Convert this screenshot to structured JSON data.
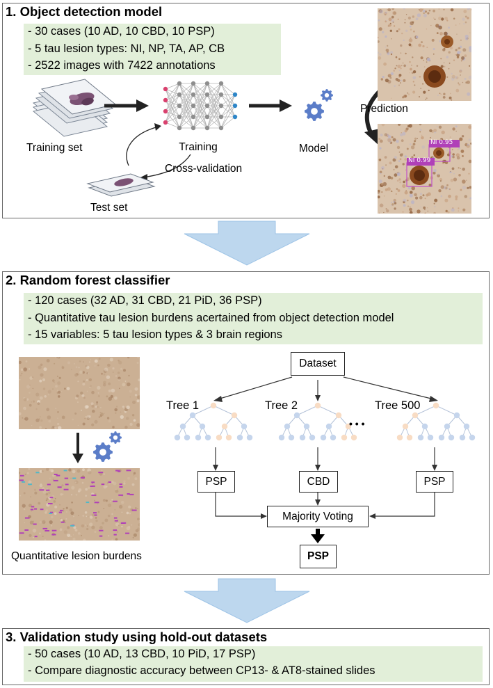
{
  "panel1": {
    "title": "1. Object detection model",
    "bullets": [
      "- 30 cases (10 AD, 10 CBD, 10 PSP)",
      "- 5 tau lesion types: NI, NP, TA, AP, CB",
      "- 2522 images with 7422 annotations"
    ],
    "training_set_label": "Training set",
    "training_label": "Training",
    "cross_validation_label": "Cross-validation",
    "test_set_label": "Test set",
    "model_label": "Model",
    "prediction_label": "Prediction",
    "detections": [
      {
        "label": "NI",
        "score": "0.95"
      },
      {
        "label": "NI",
        "score": "0.99"
      }
    ]
  },
  "panel2": {
    "title": "2. Random forest classifier",
    "bullets": [
      "- 120 cases (32 AD, 31 CBD, 21 PiD, 36 PSP)",
      "- Quantitative tau lesion burdens acertained from object detection model",
      "- 15 variables: 5 tau lesion types & 3 brain regions"
    ],
    "quant_label": "Quantitative lesion burdens",
    "dataset_label": "Dataset",
    "trees": [
      {
        "name": "Tree 1",
        "prediction": "PSP"
      },
      {
        "name": "Tree 2",
        "prediction": "CBD"
      },
      {
        "name": "Tree 500",
        "prediction": "PSP"
      }
    ],
    "ellipsis": "• • •",
    "majority_label": "Majority Voting",
    "final_label": "PSP"
  },
  "panel3": {
    "title": "3. Validation study using hold-out datasets",
    "bullets": [
      "- 50 cases (10 AD, 13 CBD, 10 PiD, 17 PSP)",
      "- Compare diagnostic accuracy between CP13- & AT8-stained slides"
    ]
  },
  "colors": {
    "panel_border": "#666666",
    "bullet_background": "#e2efd9",
    "flow_arrow": "#bdd7ee",
    "flow_arrow_border": "#9dc3e6",
    "gear": "#5b7dc8",
    "tree_node_blue": "#c5d5ec",
    "tree_node_orange": "#f8dcc4",
    "annotation_magenta": "#b040b8",
    "tissue_brown": "#c8a07a"
  }
}
